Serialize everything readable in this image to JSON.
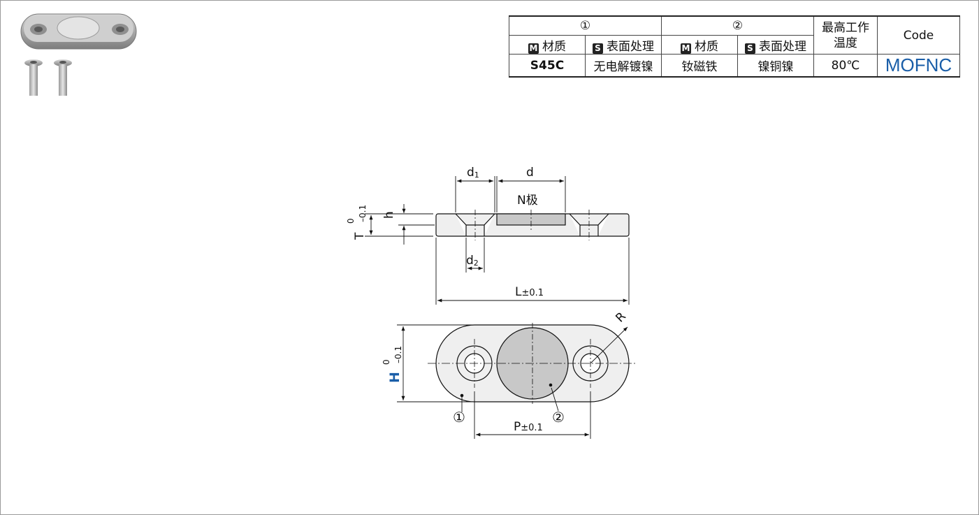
{
  "table": {
    "headers": {
      "part1": "①",
      "part2": "②",
      "max_temp": "最高工作温度",
      "code": "Code",
      "material_badge": "M",
      "surface_badge": "S",
      "material": "材质",
      "surface": "表面处理"
    },
    "row": {
      "part1_material": "S45C",
      "part1_surface": "无电解镀镍",
      "part2_material": "钕磁铁",
      "part2_surface": "镍铜镍",
      "max_temp": "80℃",
      "code": "MOFNC"
    }
  },
  "drawing": {
    "labels": {
      "d1_main": "d",
      "d1_sub": "1",
      "d": "d",
      "n_pole": "N极",
      "h": "h",
      "t": "T",
      "t_tol_upper": "0",
      "t_tol_lower": "–0.1",
      "d2_main": "d",
      "d2_sub": "2",
      "l_main": "L",
      "l_tol": "±0.1",
      "r": "R",
      "h_big": "H",
      "h_tol_upper": "0",
      "h_tol_lower": "–0.1",
      "callout1": "①",
      "callout2": "②",
      "p_main": "P",
      "p_tol": "±0.1"
    },
    "colors": {
      "line": "#111111",
      "plate_fill": "#efefef",
      "magnet_fill": "#c8c8c8",
      "accent_h": "#1a5ea8"
    }
  }
}
